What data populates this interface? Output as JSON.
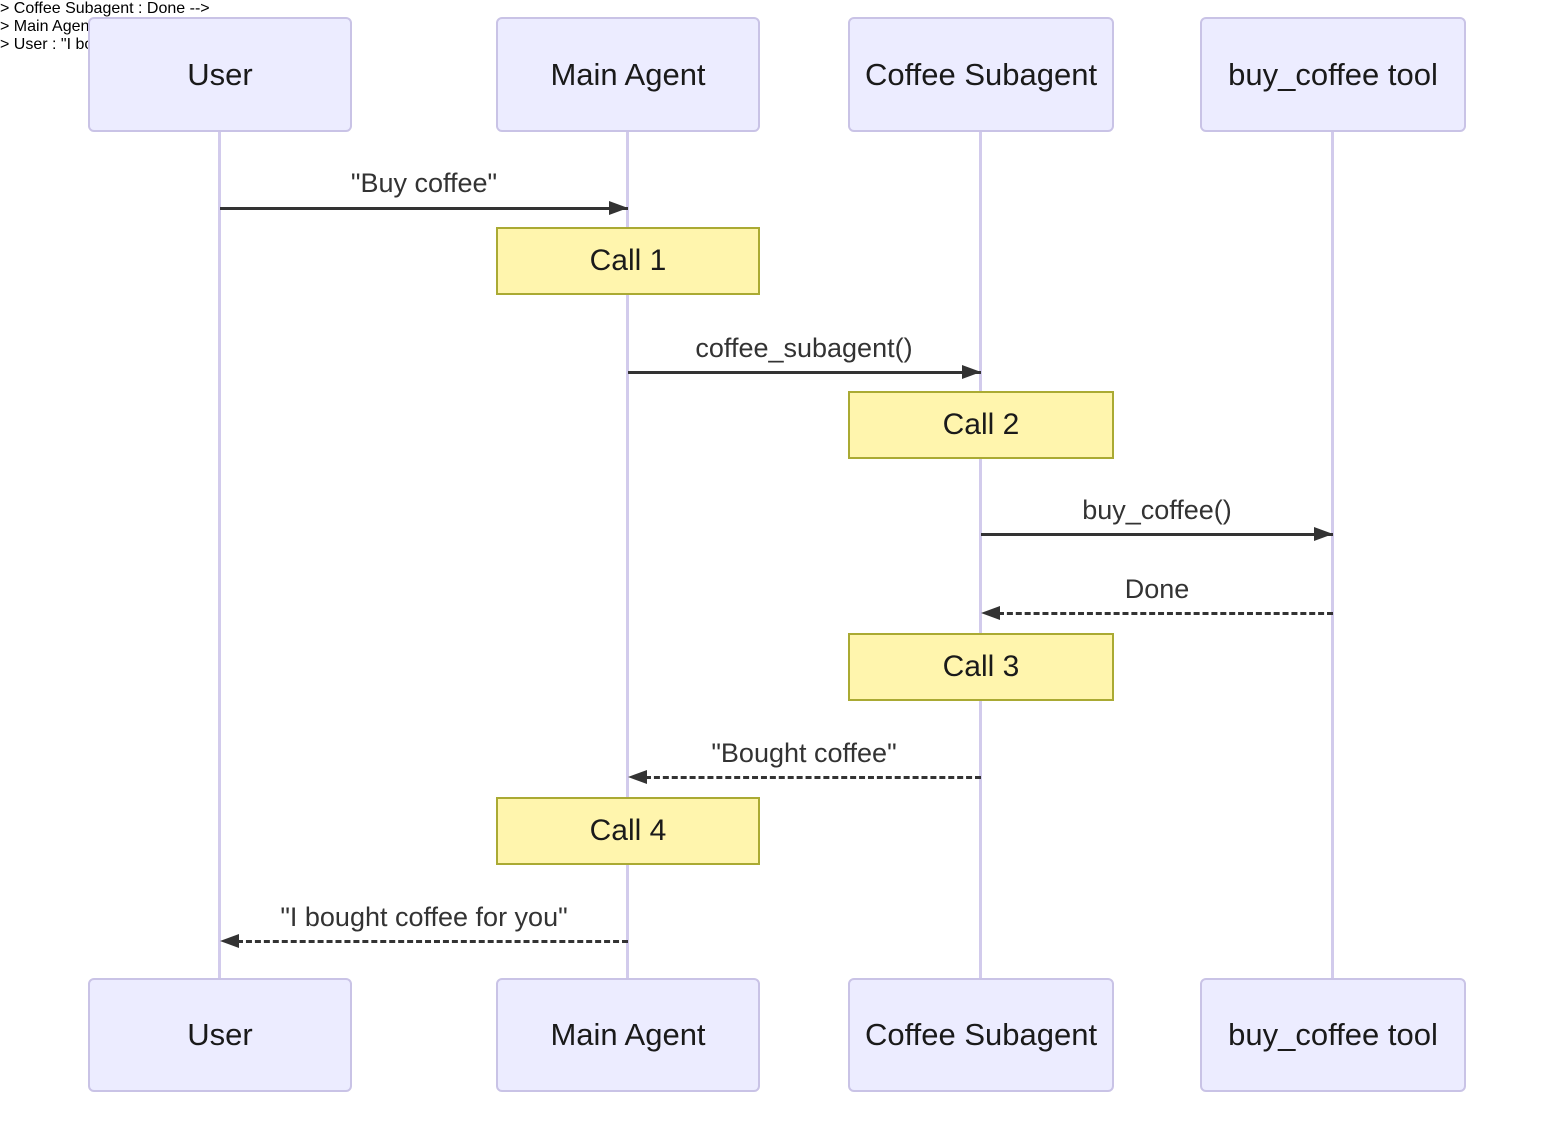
{
  "diagram_type": "sequence-diagram",
  "colors": {
    "actor_fill": "#ECECFF",
    "actor_border": "#C9C3E6",
    "actor_text": "#1a1a1a",
    "lifeline": "#D2CBEC",
    "note_fill": "#FFF5AD",
    "note_border": "#AAAA33",
    "note_text": "#1a1a1a",
    "arrow": "#333333",
    "msg_text": "#333333"
  },
  "participants": [
    {
      "label": "User"
    },
    {
      "label": "Main Agent"
    },
    {
      "label": "Coffee Subagent"
    },
    {
      "label": "buy_coffee tool"
    }
  ],
  "messages": [
    {
      "from": "User",
      "to": "Main Agent",
      "style": "solid",
      "label": "\"Buy coffee\""
    },
    {
      "from": "Main Agent",
      "to": "Coffee Subagent",
      "style": "solid",
      "label": "coffee_subagent()"
    },
    {
      "from": "Coffee Subagent",
      "to": "buy_coffee tool",
      "style": "solid",
      "label": "buy_coffee()"
    },
    {
      "from": "buy_coffee tool",
      "to": "Coffee Subagent",
      "style": "dashed",
      "label": "Done"
    },
    {
      "from": "Coffee Subagent",
      "to": "Main Agent",
      "style": "dashed",
      "label": "\"Bought coffee\""
    },
    {
      "from": "Main Agent",
      "to": "User",
      "style": "dashed",
      "label": "\"I bought coffee for you\""
    }
  ],
  "notes": [
    {
      "over": "Main Agent",
      "label": "Call 1"
    },
    {
      "over": "Coffee Subagent",
      "label": "Call 2"
    },
    {
      "over": "Coffee Subagent",
      "label": "Call 3"
    },
    {
      "over": "Main Agent",
      "label": "Call 4"
    }
  ]
}
